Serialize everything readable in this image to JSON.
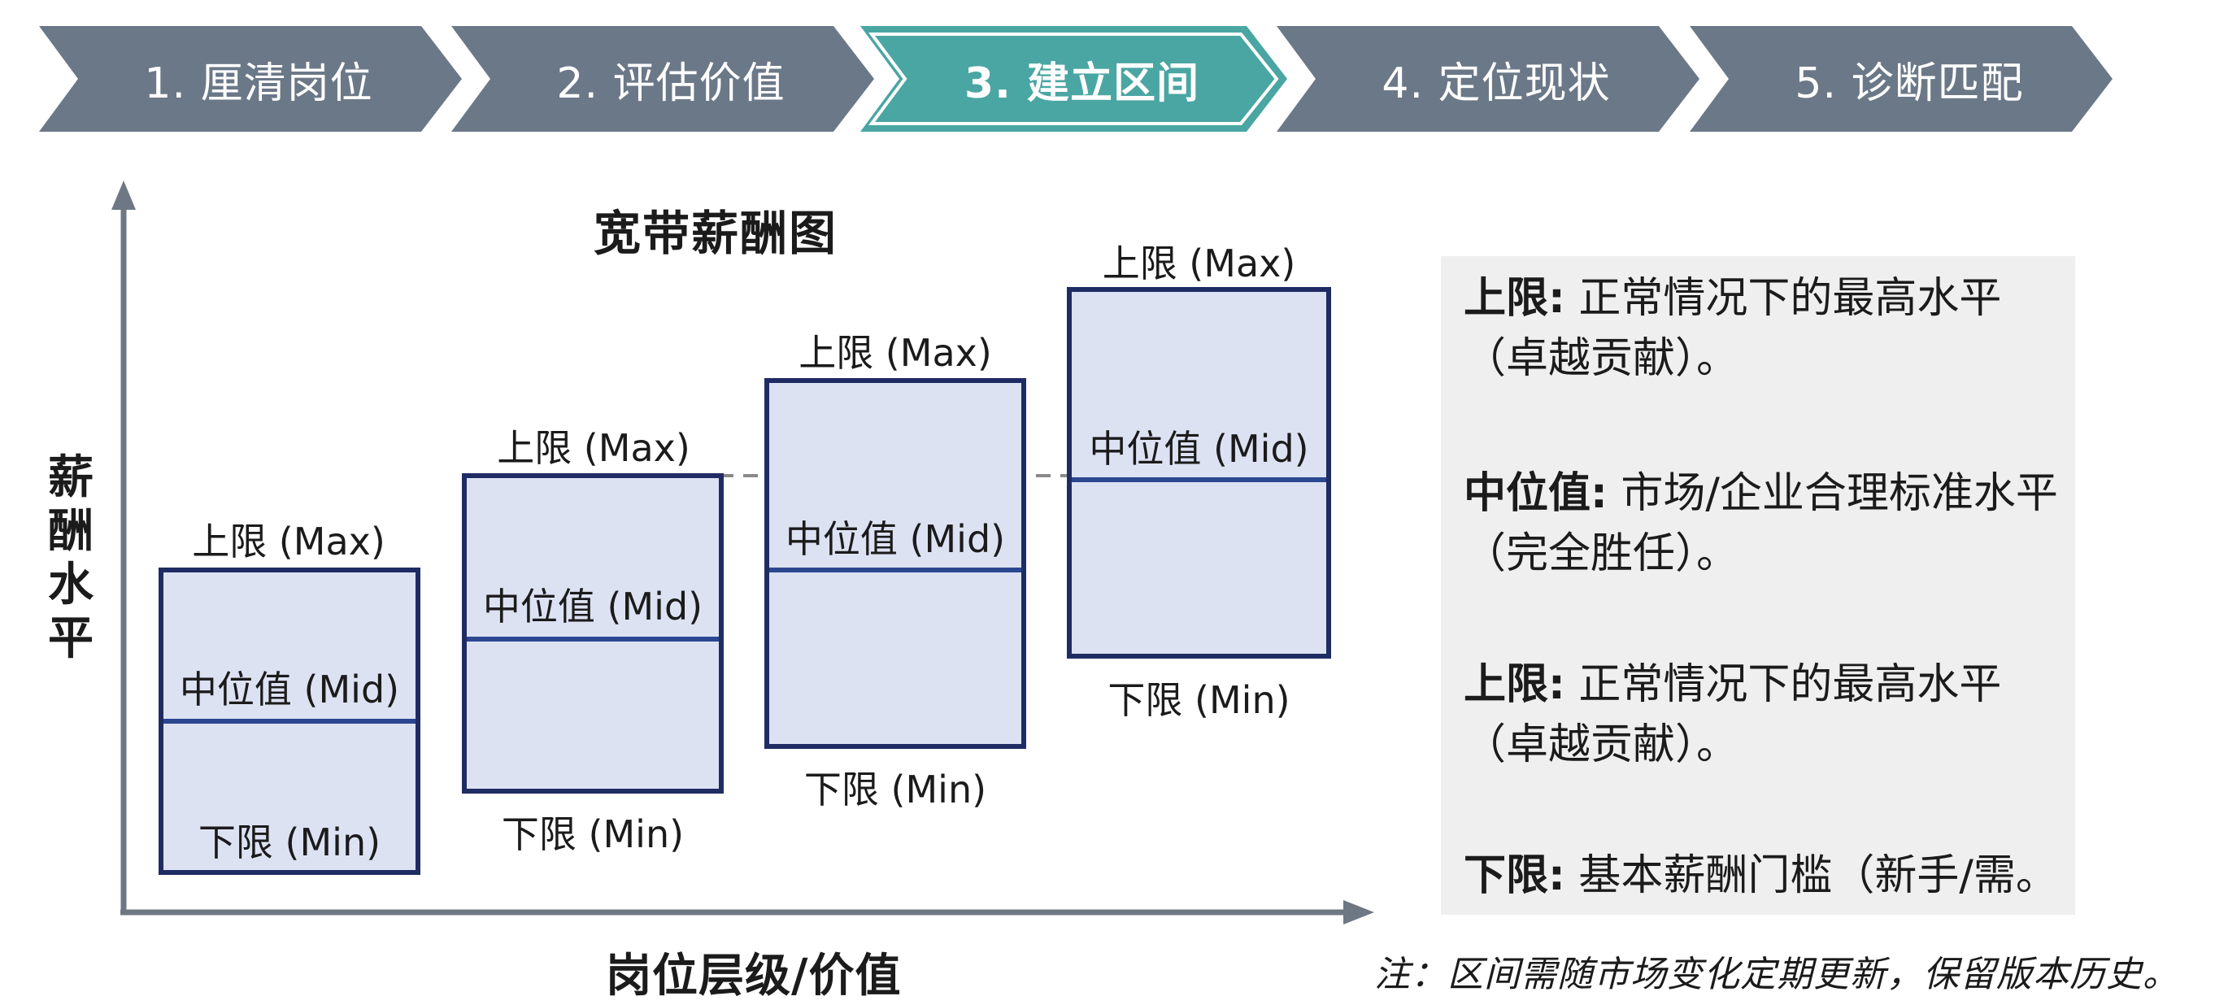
{
  "steps": [
    {
      "label": "1. 厘清岗位"
    },
    {
      "label": "2. 评估价值"
    },
    {
      "label": "3. 建立区间"
    },
    {
      "label": "4. 定位现状"
    },
    {
      "label": "5. 诊断匹配"
    }
  ],
  "colors": {
    "step": "#6b7888",
    "step_active": "#4aa6a2",
    "band_fill": "#dde2f3",
    "band_border": "#1f2c63"
  },
  "diagram": {
    "title": "宽带薪酬图",
    "y_title": "薪酬水平",
    "x_title": "岗位层级/价值",
    "bands": [
      {
        "max_label": "上限 (Max)",
        "mid_label": "中位值 (Mid)",
        "min_label": "下限 (Min)"
      },
      {
        "max_label": "上限 (Max)",
        "mid_label": "中位值 (Mid)",
        "min_label": "下限 (Min)"
      },
      {
        "max_label": "上限 (Max)",
        "mid_label": "中位值 (Mid)",
        "min_label": "下限 (Min)"
      },
      {
        "max_label": "上限 (Max)",
        "mid_label": "中位值 (Mid)",
        "min_label": "下限 (Min)"
      }
    ]
  },
  "legend": [
    {
      "term": "上限:",
      "desc": "正常情况下的最高水平（卓越贡献）。"
    },
    {
      "term": "中位值:",
      "desc": "市场/企业合理标准水平（完全胜任）。"
    },
    {
      "term": "上限:",
      "desc": "正常情况下的最高水平（卓越贡献）。"
    },
    {
      "term": "下限:",
      "desc": "基本薪酬门槛（新手/需。"
    }
  ],
  "note": "注：区间需随市场变化定期更新，保留版本历史。"
}
